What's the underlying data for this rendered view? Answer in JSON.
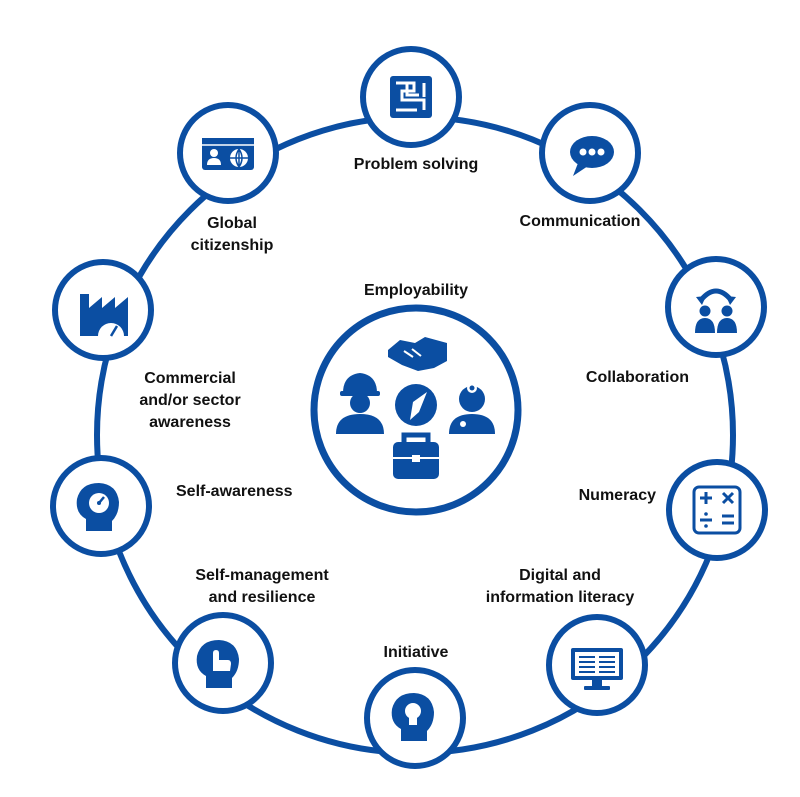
{
  "colors": {
    "primary": "#0b4ea2",
    "background": "#ffffff",
    "text": "#111111"
  },
  "center": {
    "label": "Employability",
    "icons": [
      "handshake-icon",
      "worker-hard-hat-icon",
      "compass-icon",
      "doctor-icon",
      "briefcase-icon"
    ]
  },
  "skills": [
    {
      "id": "problem-solving",
      "lines": [
        "Problem solving"
      ],
      "icon": "maze-icon"
    },
    {
      "id": "communication",
      "lines": [
        "Communication"
      ],
      "icon": "speech-bubble-icon"
    },
    {
      "id": "collaboration",
      "lines": [
        "Collaboration"
      ],
      "icon": "team-exchange-icon"
    },
    {
      "id": "numeracy",
      "lines": [
        "Numeracy"
      ],
      "icon": "calculator-icon"
    },
    {
      "id": "digital-literacy",
      "lines": [
        "Digital and",
        "information literacy"
      ],
      "icon": "computer-monitor-icon"
    },
    {
      "id": "initiative",
      "lines": [
        "Initiative"
      ],
      "icon": "head-lightbulb-icon"
    },
    {
      "id": "self-management",
      "lines": [
        "Self-management",
        "and resilience"
      ],
      "icon": "head-hand-icon"
    },
    {
      "id": "self-awareness",
      "lines": [
        "Self-awareness"
      ],
      "icon": "head-gauge-icon"
    },
    {
      "id": "commercial-awareness",
      "lines": [
        "Commercial",
        "and/or sector",
        "awareness"
      ],
      "icon": "factory-gauge-icon"
    },
    {
      "id": "global-citizenship",
      "lines": [
        "Global",
        "citizenship"
      ],
      "icon": "id-card-globe-icon"
    }
  ]
}
